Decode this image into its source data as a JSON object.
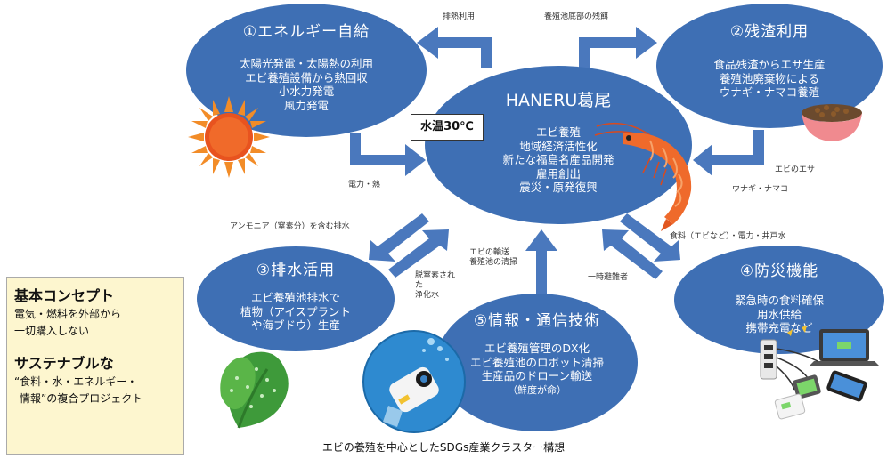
{
  "nodes": {
    "energy": {
      "title": "①エネルギー自給",
      "lines": [
        "太陽光発電・太陽熱の利用",
        "エビ養殖設備から熱回収",
        "小水力発電",
        "風力発電"
      ]
    },
    "residue": {
      "title": "②残渣利用",
      "lines": [
        "食品残渣からエサ生産",
        "養殖池廃棄物による",
        "ウナギ・ナマコ養殖"
      ]
    },
    "center": {
      "title": "HANERU葛尾",
      "lines": [
        "エビ養殖",
        "地域経済活性化",
        "新たな福島名産品開発",
        "雇用創出",
        "震災・原発復興"
      ]
    },
    "wastewater": {
      "title": "③排水活用",
      "lines": [
        "エビ養殖池排水で",
        "植物（アイスプラント",
        "や海ブドウ）生産"
      ]
    },
    "disaster": {
      "title": "④防災機能",
      "lines": [
        "緊急時の食料確保",
        "用水供給",
        "携帯充電など"
      ]
    },
    "ict": {
      "title": "⑤情報・通信技術",
      "lines": [
        "エビ養殖管理のDX化",
        "エビ養殖池のロボット清掃",
        "生産品のドローン輸送",
        "（鮮度が命）"
      ]
    }
  },
  "edges": {
    "waste_heat": "排熱利用",
    "pond_bottom_feed": "養殖池底部の残餌",
    "power_heat": "電力・熱",
    "shrimp_feed": "エビのエサ",
    "eel_sea_cucumber": "ウナギ・ナマコ",
    "ammonia_wastewater": "アンモニア（窒素分）を含む排水",
    "denitrified_line1": "脱窒素され",
    "denitrified_line2": "た",
    "denitrified_line3": "浄化水",
    "shrimp_transport_line1": "エビの輸送",
    "shrimp_transport_line2": "養殖池の清掃",
    "food_power_well": "食料（エビなど）・電力・井戸水",
    "temporary_evacuees": "一時避難者"
  },
  "water_temp": "水温30℃",
  "concept": {
    "heading": "基本コンセプト",
    "line1": "電気・燃料を外部から",
    "line2": "一切購入しない",
    "heading2": "サステナブルな",
    "line3": "“食料・水・エネルギー・",
    "line4": "情報”の複合プロジェクト"
  },
  "caption": "エビの養殖を中心としたSDGs産業クラスター構想",
  "colors": {
    "ellipse": "#3e6fb4",
    "arrow": "#4a78bd",
    "concept_bg": "#fdf6cf"
  },
  "icons": [
    "sun-icon",
    "shrimp-icon",
    "pet-food-bowl-icon",
    "spinach-leaf-icon",
    "underwater-robot-icon",
    "charging-devices-icon"
  ]
}
